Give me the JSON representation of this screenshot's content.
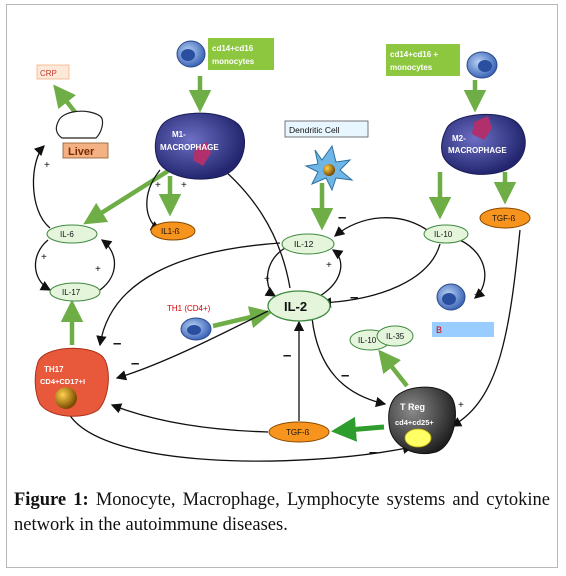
{
  "nodes": {
    "crp": "CRP",
    "liver": "Liver",
    "m1_monocytes_line1": "cd14+cd16",
    "m1_monocytes_line2": "monocytes",
    "m2_monocytes_line1": "cd14+cd16 +",
    "m2_monocytes_line2": "monocytes",
    "m1_macrophage_line1": "M1-",
    "m1_macrophage_line2": "MACROPHAGE",
    "m2_macrophage_line1": "M2-",
    "m2_macrophage_line2": "MACROPHAGE",
    "dendritic_cell": "Dendritic Cell",
    "il6": "IL-6",
    "il1b": "IL1-ß",
    "il12": "IL-12",
    "il10_top": "IL-10",
    "tgfb_top": "TGF-ß",
    "il17": "IL-17",
    "il2": "IL-2",
    "th1": "TH1 (CD4+)",
    "th17_line1": "TH17",
    "th17_line2": "CD4+CD17+I",
    "b_label": "B",
    "il10_small": "IL-10",
    "il35": "IL-35",
    "treg_line1": "T Reg",
    "treg_line2": "cd4+cd25+",
    "tgfb_bottom": "TGF-ß"
  },
  "signs": {
    "plus": "+",
    "minus": "–"
  },
  "caption": {
    "label": "Figure 1:",
    "text": "Monocyte, Macrophage, Lymphocyte systems and cytokine network in the autoimmune diseases."
  },
  "colors": {
    "green_arrow": "#6fae47",
    "dark_green_arrow": "#2e9d2e",
    "cytokine_fill": "#e4f5dc",
    "cytokine_stroke": "#3f8a3f",
    "orange_fill": "#f7941d",
    "macrophage_fill": "#3b3f9a",
    "monocyte_fill": "#5b84cc",
    "label_green": "#8dc63f",
    "th17_fill": "#e8583a",
    "b_box": "#99ccff",
    "liver_box": "#f4b183"
  }
}
